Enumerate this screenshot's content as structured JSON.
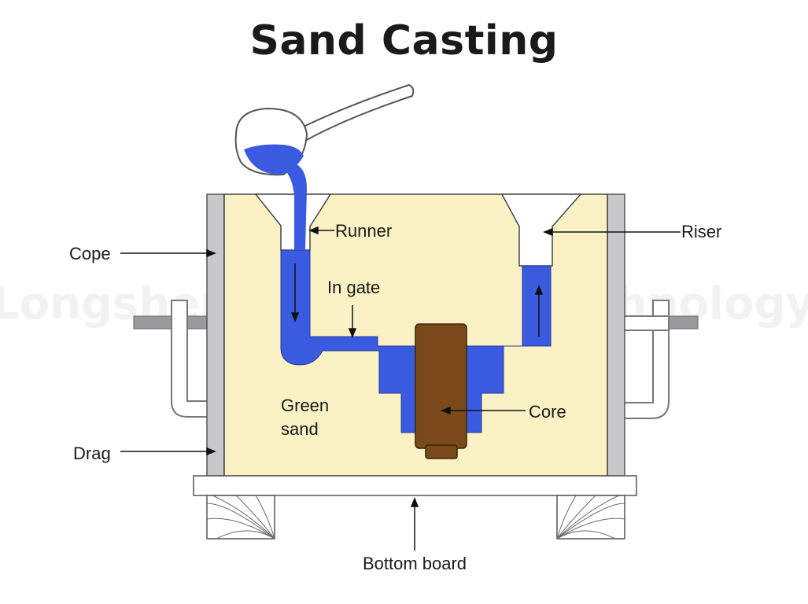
{
  "title": "Sand Casting",
  "watermark": "Longsheng Hardware Technology",
  "labels": {
    "cope": "Cope",
    "drag": "Drag",
    "runner": "Runner",
    "riser": "Riser",
    "in_gate": "In gate",
    "green_sand_line1": "Green",
    "green_sand_line2": "sand",
    "core": "Core",
    "bottom_board": "Bottom board"
  },
  "colors": {
    "sand": "#FAF2C4",
    "molten_metal": "#3A5BE0",
    "core": "#7A4A1A",
    "flask": "#C8C8CA",
    "board": "#FFFFFF",
    "outline": "#333333"
  }
}
